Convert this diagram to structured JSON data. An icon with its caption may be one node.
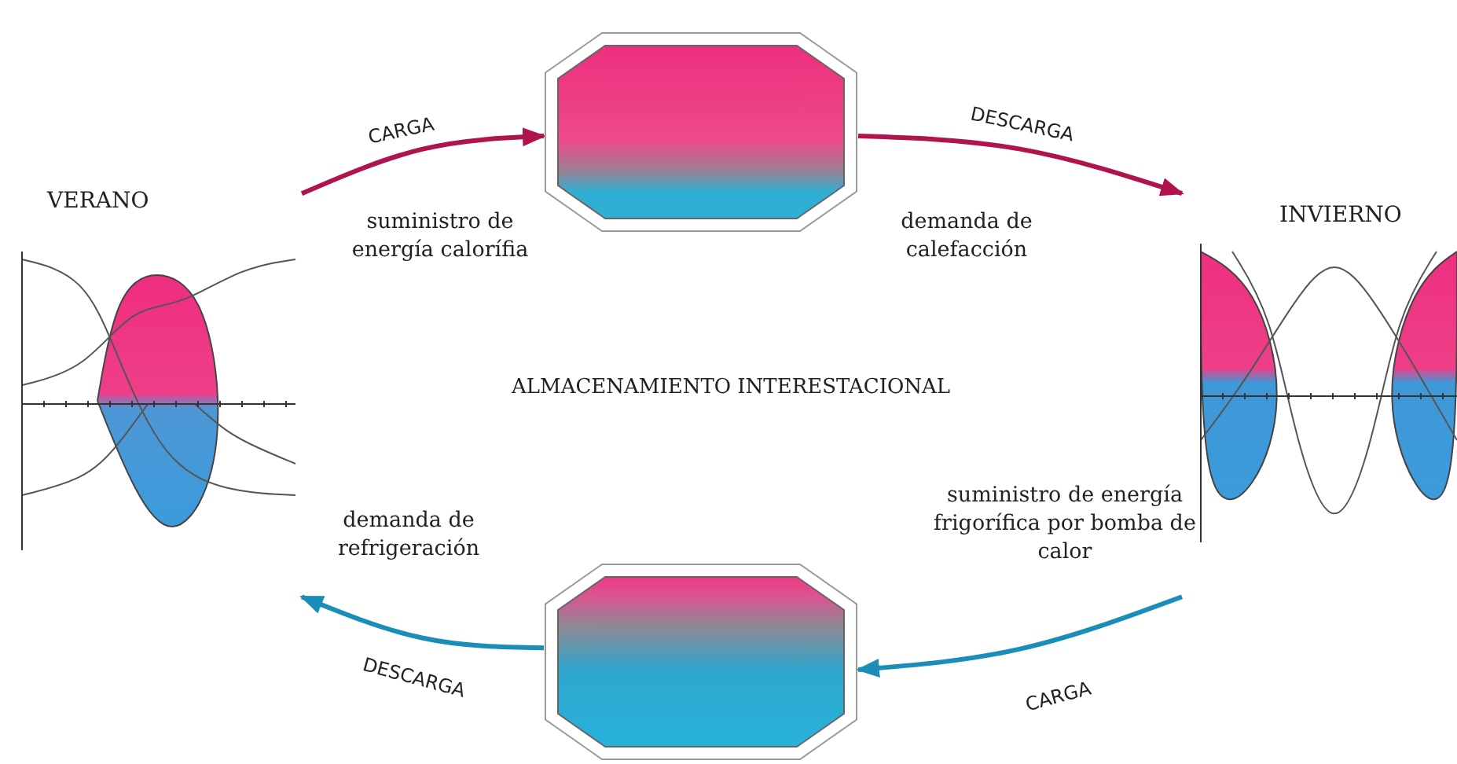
{
  "diagram": {
    "nodes": [
      {
        "text": [
          "VERANO"
        ]
      },
      {
        "text": [],
        "shape": "octagon"
      },
      {
        "text": [
          "INVIERNO"
        ]
      },
      {
        "text": [],
        "shape": "octagon"
      }
    ],
    "edges": [
      {
        "from": 0,
        "to": 1,
        "arrow": "to",
        "label": "CARGA",
        "color": "#b0144e"
      },
      {
        "from": 1,
        "to": 2,
        "arrow": "to",
        "label": "DESCARGA",
        "color": "#b0144e"
      },
      {
        "from": 2,
        "to": 3,
        "arrow": "to",
        "label": "CARGA",
        "color": "#1a8db8"
      },
      {
        "from": 3,
        "to": 0,
        "arrow": "to",
        "label": "DESCARGA",
        "color": "#1a8db8"
      }
    ],
    "labels": [
      "suministro de energía calorífia",
      "demanda de calefacción",
      "ALMACENAMIENTO INTERESTACIONAL",
      "suministro de energía frigorífica por bomba de calor",
      "demanda de refrigeración"
    ]
  }
}
